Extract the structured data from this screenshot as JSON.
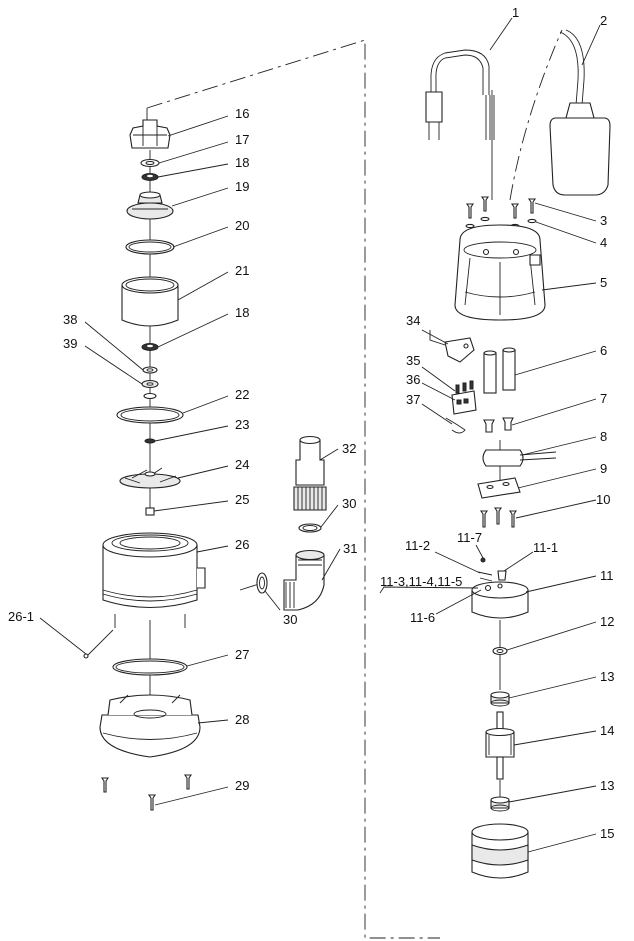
{
  "diagram": {
    "labels": {
      "p1": "1",
      "p2": "2",
      "p3": "3",
      "p4": "4",
      "p5": "5",
      "p6": "6",
      "p7": "7",
      "p8": "8",
      "p9": "9",
      "p10": "10",
      "p11": "11",
      "p11_1": "11-1",
      "p11_2": "11-2",
      "p11_345": "11-3,11-4,11-5",
      "p11_6": "11-6",
      "p11_7": "11-7",
      "p12": "12",
      "p13a": "13",
      "p13b": "13",
      "p14": "14",
      "p15": "15",
      "p16": "16",
      "p17": "17",
      "p18a": "18",
      "p18b": "18",
      "p19": "19",
      "p20": "20",
      "p21": "21",
      "p22": "22",
      "p23": "23",
      "p24": "24",
      "p25": "25",
      "p26": "26",
      "p26_1": "26-1",
      "p27": "27",
      "p28": "28",
      "p29": "29",
      "p30a": "30",
      "p30b": "30",
      "p31": "31",
      "p32": "32",
      "p34": "34",
      "p35": "35",
      "p36": "36",
      "p37": "37",
      "p38": "38",
      "p39": "39"
    }
  }
}
